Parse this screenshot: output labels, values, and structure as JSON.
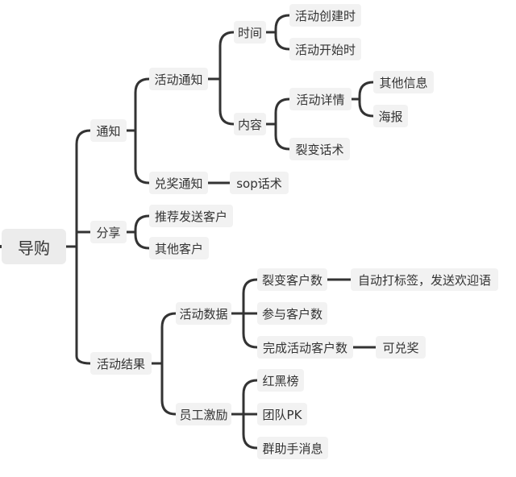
{
  "diagram": {
    "root": "导购",
    "notify": {
      "label": "通知",
      "activity_notice": {
        "label": "活动通知",
        "time": {
          "label": "时间",
          "create_time": "活动创建时",
          "start_time": "活动开始时"
        },
        "content": {
          "label": "内容",
          "details": {
            "label": "活动详情",
            "other_info": "其他信息",
            "poster": "海报"
          },
          "fission_script": "裂变话术"
        }
      },
      "prize_notice": {
        "label": "兑奖通知",
        "sop": "sop话术"
      }
    },
    "share": {
      "label": "分享",
      "recommend_send": "推荐发送客户",
      "other_customers": "其他客户"
    },
    "results": {
      "label": "活动结果",
      "data": {
        "label": "活动数据",
        "fission_count": "裂变客户数",
        "auto_tag": "自动打标签，发送欢迎语",
        "participants": "参与客户数",
        "completed": "完成活动客户数",
        "redeemable": "可兑奖"
      },
      "incentive": {
        "label": "员工激励",
        "leaderboard": "红黑榜",
        "team_pk": "团队PK",
        "assistant_msg": "群助手消息"
      }
    }
  }
}
